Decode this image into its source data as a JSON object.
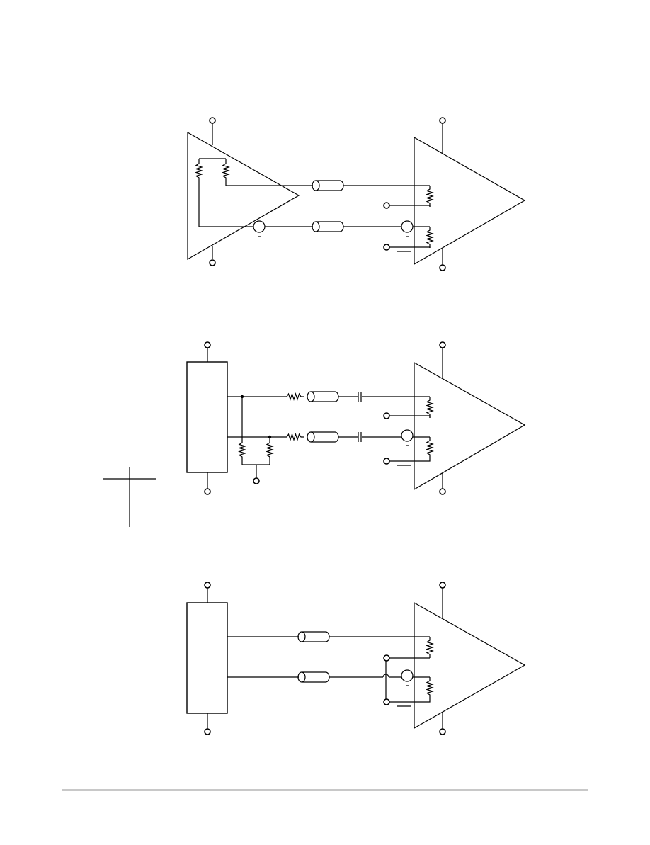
{
  "diagrams": [
    {
      "id": "differential-driver-to-receiver",
      "driver": "amplifier",
      "lines": 2,
      "coupling": "dc"
    },
    {
      "id": "ac-coupled-series-terminated",
      "driver": "block",
      "lines": 2,
      "coupling": "ac"
    },
    {
      "id": "dc-coupled-block-to-receiver",
      "driver": "block",
      "lines": 2,
      "coupling": "dc"
    }
  ],
  "colors": {
    "line": "#000000",
    "footer_rule": "#c8c8c8",
    "background": "#ffffff"
  }
}
